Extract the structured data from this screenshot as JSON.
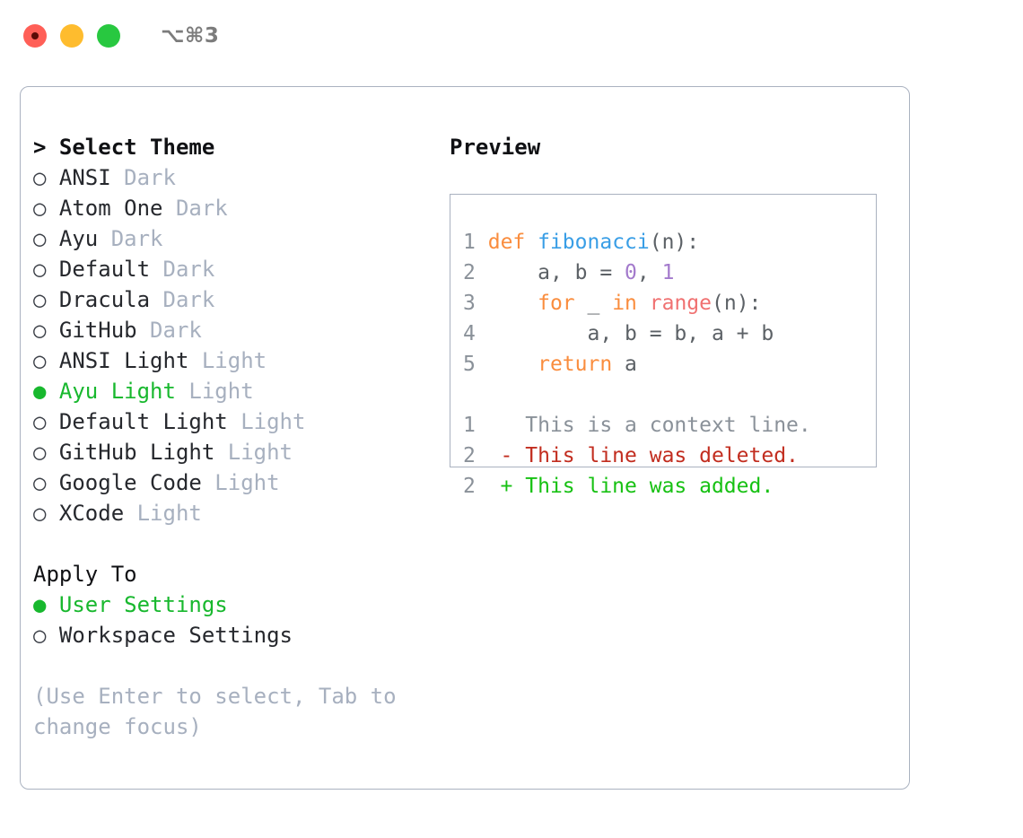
{
  "titlebar": {
    "shortcut": "⌥⌘3",
    "buttons": [
      {
        "name": "close",
        "color": "#ff5f57"
      },
      {
        "name": "minimize",
        "color": "#febc2e"
      },
      {
        "name": "maximize",
        "color": "#28c840"
      }
    ]
  },
  "theme_picker": {
    "header": "> Select Theme",
    "focused": true,
    "options": [
      {
        "bullet": "○",
        "name": "ANSI",
        "tag": "Dark",
        "selected": false
      },
      {
        "bullet": "○",
        "name": "Atom One",
        "tag": "Dark",
        "selected": false
      },
      {
        "bullet": "○",
        "name": "Ayu",
        "tag": "Dark",
        "selected": false
      },
      {
        "bullet": "○",
        "name": "Default",
        "tag": "Dark",
        "selected": false
      },
      {
        "bullet": "○",
        "name": "Dracula",
        "tag": "Dark",
        "selected": false
      },
      {
        "bullet": "○",
        "name": "GitHub",
        "tag": "Dark",
        "selected": false
      },
      {
        "bullet": "○",
        "name": "ANSI Light",
        "tag": "Light",
        "selected": false
      },
      {
        "bullet": "●",
        "name": "Ayu Light",
        "tag": "Light",
        "selected": true
      },
      {
        "bullet": "○",
        "name": "Default Light",
        "tag": "Light",
        "selected": false
      },
      {
        "bullet": "○",
        "name": "GitHub Light",
        "tag": "Light",
        "selected": false
      },
      {
        "bullet": "○",
        "name": "Google Code",
        "tag": "Light",
        "selected": false
      },
      {
        "bullet": "○",
        "name": "XCode",
        "tag": "Light",
        "selected": false
      }
    ]
  },
  "apply_to": {
    "header": "Apply To",
    "focused": false,
    "options": [
      {
        "bullet": "●",
        "name": "User Settings",
        "selected": true
      },
      {
        "bullet": "○",
        "name": "Workspace Settings",
        "selected": false
      }
    ]
  },
  "hint": "(Use Enter to select, Tab to change focus)",
  "preview": {
    "title": "Preview",
    "code_lines": [
      {
        "num": "1",
        "tokens": [
          {
            "t": "def ",
            "c": "kw"
          },
          {
            "t": "fibonacci",
            "c": "fn"
          },
          {
            "t": "(n):",
            "c": "pun"
          }
        ]
      },
      {
        "num": "2",
        "tokens": [
          {
            "t": "    a, b = ",
            "c": "txt"
          },
          {
            "t": "0",
            "c": "num"
          },
          {
            "t": ", ",
            "c": "txt"
          },
          {
            "t": "1",
            "c": "num"
          }
        ]
      },
      {
        "num": "3",
        "tokens": [
          {
            "t": "    ",
            "c": "txt"
          },
          {
            "t": "for",
            "c": "kw"
          },
          {
            "t": " _ ",
            "c": "txt"
          },
          {
            "t": "in",
            "c": "kw"
          },
          {
            "t": " ",
            "c": "txt"
          },
          {
            "t": "range",
            "c": "bi"
          },
          {
            "t": "(n):",
            "c": "pun"
          }
        ]
      },
      {
        "num": "4",
        "tokens": [
          {
            "t": "        a, b = b, a + b",
            "c": "txt"
          }
        ]
      },
      {
        "num": "5",
        "tokens": [
          {
            "t": "    ",
            "c": "txt"
          },
          {
            "t": "return",
            "c": "kw"
          },
          {
            "t": " a",
            "c": "txt"
          }
        ]
      }
    ],
    "diff_lines": [
      {
        "num": "1",
        "marker": " ",
        "text": " This is a context line.",
        "kind": "ctx"
      },
      {
        "num": "2",
        "marker": "-",
        "text": " This line was deleted.",
        "kind": "del"
      },
      {
        "num": "2",
        "marker": "+",
        "text": " This line was added.",
        "kind": "add"
      }
    ]
  },
  "colors": {
    "accent_green": "#18b82e",
    "muted": "#a7b0bf",
    "border": "#aab2c0",
    "keyword": "#fa8d3e",
    "function": "#399ee6",
    "number": "#a37acc",
    "builtin": "#f07171",
    "diff_add": "#17c113",
    "diff_del": "#c22d1f"
  }
}
